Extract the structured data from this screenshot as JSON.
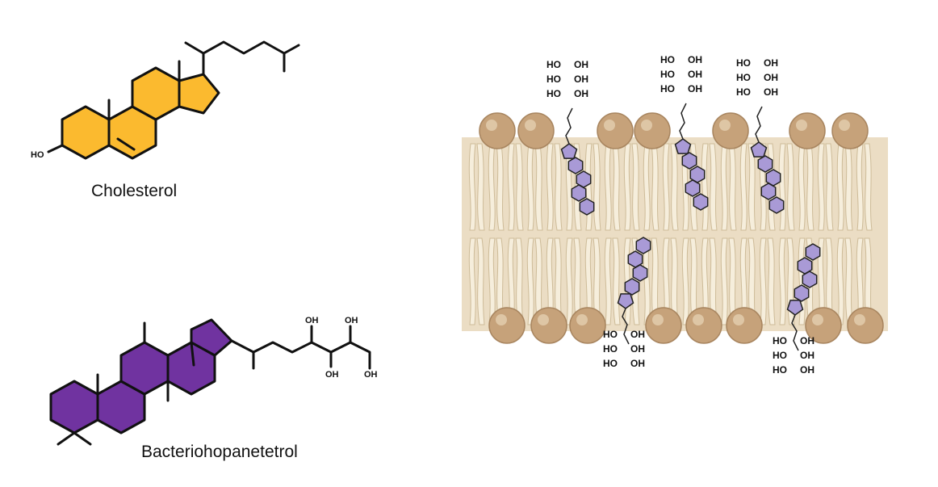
{
  "figure": {
    "cholesterol": {
      "caption": "Cholesterol",
      "hydroxyl_label": "HO",
      "ring_color": "#FBBA2F"
    },
    "bacteriohopanetetrol": {
      "caption": "Bacteriohopanetetrol",
      "hydroxyl_labels": [
        "OH",
        "OH",
        "OH",
        "OH"
      ],
      "ring_color": "#7033A0"
    },
    "membrane": {
      "head_color": "#C6A27A",
      "tail_color": "#F6EEDC",
      "core_color": "#E4D2B0",
      "hopanoid_color": "#A99AD6",
      "hopanoid_groups": [
        {
          "labels": [
            "HO",
            "OH",
            "HO",
            "OH",
            "HO",
            "OH"
          ]
        },
        {
          "labels": [
            "HO",
            "OH",
            "HO",
            "OH",
            "HO",
            "OH"
          ]
        },
        {
          "labels": [
            "HO",
            "OH",
            "HO",
            "OH",
            "HO",
            "OH"
          ]
        },
        {
          "labels": [
            "HO",
            "OH",
            "HO",
            "OH",
            "HO",
            "OH"
          ]
        },
        {
          "labels": [
            "HO",
            "OH",
            "HO",
            "OH",
            "HO",
            "OH"
          ]
        }
      ]
    }
  }
}
